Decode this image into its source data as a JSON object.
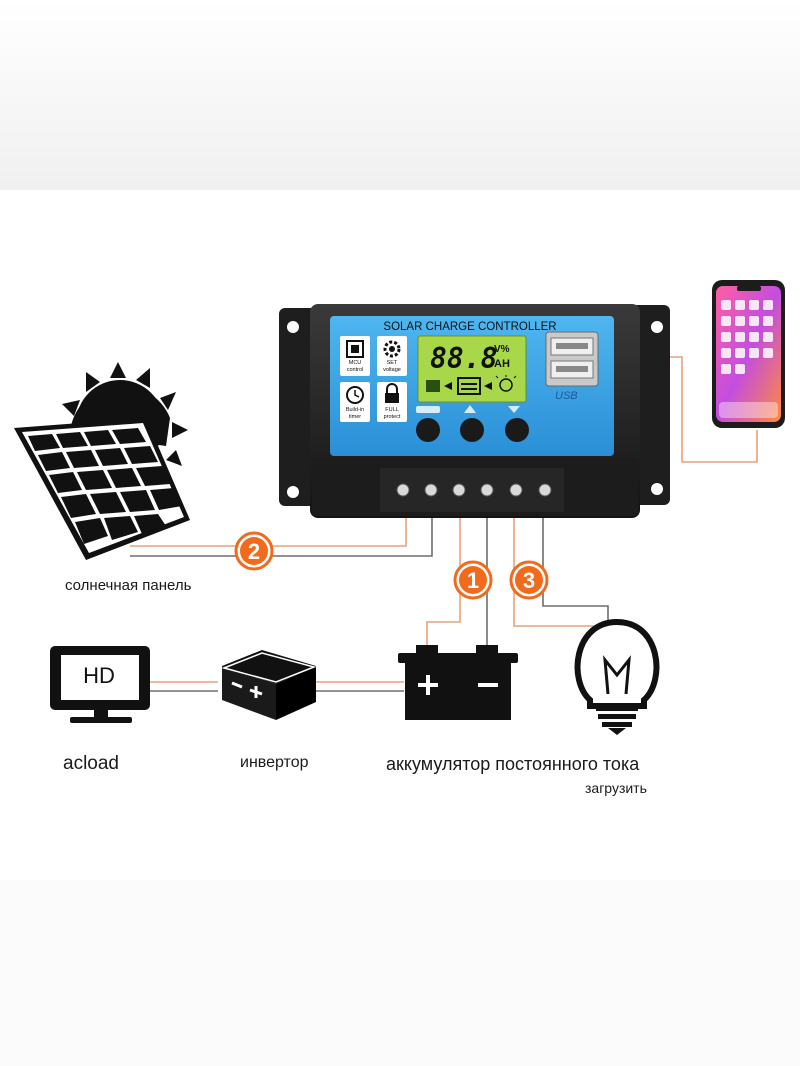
{
  "controller": {
    "title": "SOLAR CHARGE CONTROLLER",
    "display_digits": "88.8",
    "unit_top": "V%",
    "unit_bottom": "AH",
    "usb_label": "USB",
    "features": [
      {
        "icon": "chip-icon",
        "label_1": "MCU",
        "label_2": "control"
      },
      {
        "icon": "gear-icon",
        "label_1": "SET",
        "label_2": "voltage"
      },
      {
        "icon": "clock-icon",
        "label_1": "Build-in",
        "label_2": "timer"
      },
      {
        "icon": "lock-icon",
        "label_1": "FULL",
        "label_2": "protect"
      }
    ]
  },
  "markers": [
    {
      "number": "2",
      "color": "#f26a1b"
    },
    {
      "number": "1",
      "color": "#f26a1b"
    },
    {
      "number": "3",
      "color": "#f26a1b"
    }
  ],
  "tv": {
    "label": "HD"
  },
  "labels": {
    "solar_panel": "солнечная панель",
    "acload": "acload",
    "inverter": "инвертор",
    "battery": "аккумулятор постоянного тока",
    "load": "загрузить"
  },
  "colors": {
    "wire_orange": "#e8a27a",
    "wire_gray": "#6e6e6e",
    "panel_blue": "#3aa6e8",
    "lcd_green": "#a8d84a",
    "accent_orange": "#f26a1b"
  }
}
